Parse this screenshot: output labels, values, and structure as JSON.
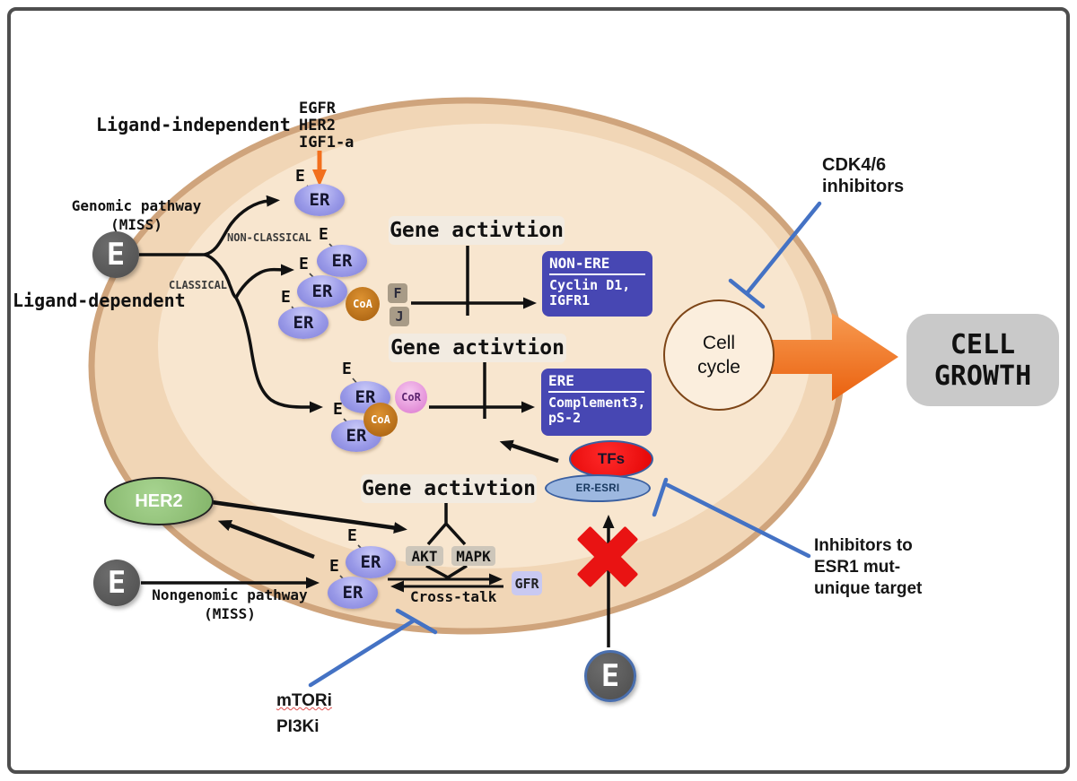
{
  "figure": {
    "pathways": {
      "ligand_independent": "Ligand-independent",
      "ligand_dependent": "Ligand-dependent",
      "genomic": {
        "line1": "Genomic pathway",
        "line2": "(MISS)"
      },
      "nongenomic": {
        "line1": "Nongenomic pathway",
        "line2": "(MISS)"
      },
      "branch_nonclassical": "NON-CLASSICAL",
      "branch_classical": "CLASSICAL",
      "growth_factors": {
        "line1": "EGFR",
        "line2": "HER2",
        "line3": "IGF1-a"
      }
    },
    "nodes": {
      "estrogen": "E",
      "er": "ER",
      "coa": "CoA",
      "cor": "CoR",
      "f": "F",
      "j": "J",
      "her2": "HER2",
      "akt": "AKT",
      "mapk": "MAPK",
      "gfr": "GFR",
      "tfs": "TFs",
      "er_esri": "ER-ESRI",
      "cross_talk": "Cross-talk"
    },
    "labels": {
      "gene_activation": "Gene activtion",
      "non_ere": {
        "title": "NON-ERE",
        "line1": "Cyclin D1,",
        "line2": "IGFR1"
      },
      "ere": {
        "title": "ERE",
        "line1": "Complement3,",
        "line2": "pS-2"
      },
      "cell_cycle": {
        "line1": "Cell",
        "line2": "cycle"
      },
      "cell_growth": {
        "line1": "CELL",
        "line2": "GROWTH"
      }
    },
    "annotations": {
      "cdk46": {
        "line1": "CDK4/6",
        "line2": "inhibitors"
      },
      "esr1": {
        "line1": "Inhibitors to",
        "line2": "ESR1 mut-",
        "line3": "unique target"
      },
      "mtori": "mTORi",
      "pi3ki": "PI3Ki"
    },
    "colors": {
      "inhibitor_blue": "#4472c4",
      "membrane": "#cfa47c",
      "cytoplasm": "#f1d6b6",
      "cell_inner": "#f8e6cf",
      "er_purple": "#9a9ae8",
      "coa_brown": "#b96b13",
      "cor_pink": "#db76ce",
      "gene_box_indigo": "#4747b3",
      "block_red": "#e91313",
      "her2_green": "#93c47d",
      "growth_orange": "#f26f1d",
      "cell_growth_gray": "#c9c9c9"
    }
  }
}
